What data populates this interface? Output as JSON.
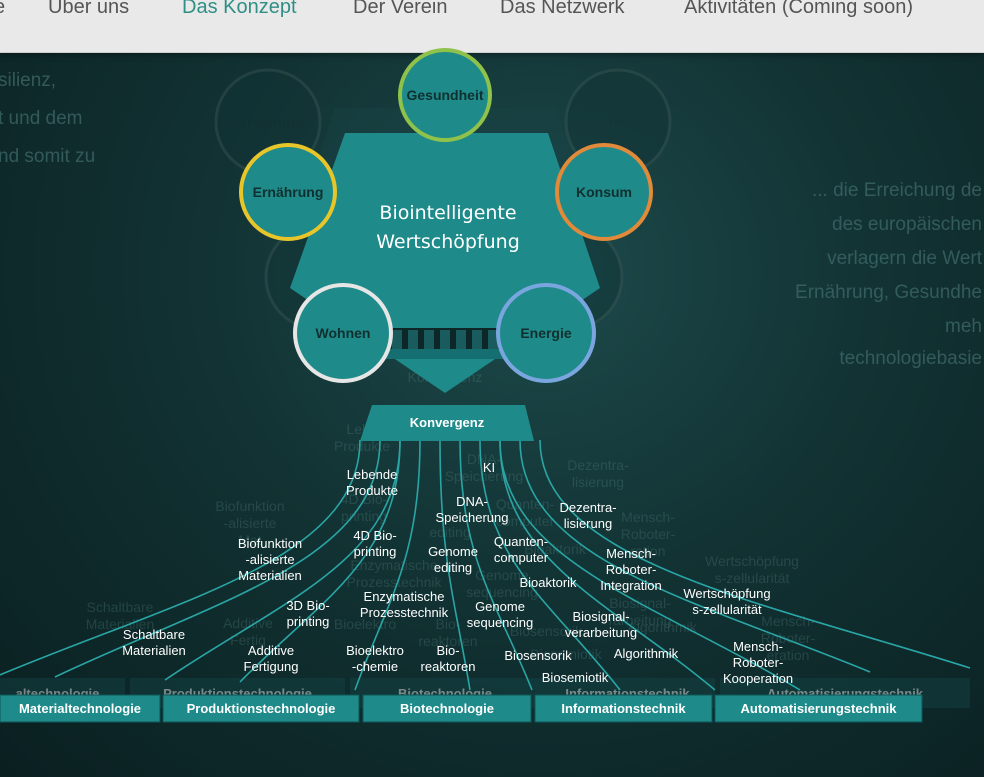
{
  "nav": {
    "items": [
      {
        "label": "e",
        "active": false
      },
      {
        "label": "Über uns",
        "active": false
      },
      {
        "label": "Das Konzept",
        "active": true
      },
      {
        "label": "Der Verein",
        "active": false
      },
      {
        "label": "Das Netzwerk",
        "active": false
      },
      {
        "label": "Aktivitäten (Coming soon)",
        "active": false
      }
    ]
  },
  "background_text": {
    "left": [
      "silienz,",
      "t und dem",
      "nd somit zu"
    ],
    "right": [
      "... die Erreichung de",
      "des europäischen",
      "verlagern die Wert",
      "Ernährung, Gesundhe",
      "meh",
      "technologiebasie"
    ]
  },
  "diagram": {
    "center_title": [
      "Biointelligente",
      "Wertschöpfung"
    ],
    "ghost_center": "Bio",
    "circles": [
      {
        "label": "Gesundheit",
        "color": "#8fc24a"
      },
      {
        "label": "Ernährung",
        "color": "#e8c62a"
      },
      {
        "label": "Konsum",
        "color": "#e08a3a"
      },
      {
        "label": "Wohnen",
        "color": "#e6e6e6"
      },
      {
        "label": "Energie",
        "color": "#7aa6e0"
      }
    ],
    "ghost_circles": [
      "Ernährung",
      "Konsum",
      "Wohn",
      "rgie"
    ],
    "convergence": {
      "label": "Konvergenz",
      "ghost": "Konvergenz"
    },
    "fan_labels": [
      [
        "Lebende",
        "Produkte"
      ],
      [
        "KI"
      ],
      [
        "DNA-",
        "Speicherung"
      ],
      [
        "Dezentra-",
        "lisierung"
      ],
      [
        "4D Bio-",
        "printing"
      ],
      [
        "Quanten-",
        "computer"
      ],
      [
        "Biofunktion",
        "-alisierte",
        "Materialien"
      ],
      [
        "Genome",
        "editing"
      ],
      [
        "Mensch-",
        "Roboter-",
        "Integration"
      ],
      [
        "Bioaktorik"
      ],
      [
        "Wertschöpfung",
        "s-zellularität"
      ],
      [
        "Enzymatische",
        "Prozesstechnik"
      ],
      [
        "3D Bio-",
        "printing"
      ],
      [
        "Genome",
        "sequencing"
      ],
      [
        "Biosignal-",
        "verarbeitung"
      ],
      [
        "Schaltbare",
        "Materialien"
      ],
      [
        "Mensch-",
        "Roboter-",
        "Kooperation"
      ],
      [
        "Additive",
        "Fertigung"
      ],
      [
        "Bioelektro",
        "-chemie"
      ],
      [
        "Bio-",
        "reaktoren"
      ],
      [
        "Biosensorik"
      ],
      [
        "Algorithmik"
      ],
      [
        "Biosemiotik"
      ]
    ],
    "ghost_labels": [
      [
        "Lebe",
        "Produkte"
      ],
      [
        "DNA-",
        "Speicherung"
      ],
      [
        "Dezentra-",
        "lisierung"
      ],
      [
        "Biofunktion",
        "-alisierte",
        "Mat"
      ],
      [
        "4D Bio-",
        "printing"
      ],
      [
        "Quanten-",
        "computer"
      ],
      [
        "Mensch-",
        "Roboter-",
        "ration"
      ],
      [
        "Wertschöpfung",
        "s-zellularität"
      ],
      [
        "Enzymatische",
        "Prozesstechnik"
      ],
      [
        "Schaltbare",
        "Materialien"
      ],
      [
        "Additive",
        "Fertig"
      ],
      [
        "Bioelektro"
      ],
      [
        "Bio-",
        "reaktoren"
      ],
      [
        "Biosensorik"
      ],
      [
        "Algorithmik"
      ],
      [
        "Mensch-",
        "Roboter-",
        "eration"
      ],
      [
        "Genome",
        "sequencing"
      ],
      [
        "editing"
      ],
      [
        "Bioaktorik"
      ],
      [
        "Biosignal-",
        "rarbeitung"
      ],
      [
        "Biosemiotik"
      ]
    ],
    "boxes": [
      "Materialtechnologie",
      "Produktionstechnologie",
      "Biotechnologie",
      "Informationstechnik",
      "Automatisierungstechnik"
    ],
    "ghost_boxes": [
      "altechnologie",
      "Produktionstechnologie",
      "Biotechnologie",
      "Informationstechnik",
      "Automatisierungstechnik"
    ],
    "colors": {
      "teal": "#1f8a8a",
      "teal_dark": "#156f70",
      "line": "#2aa5a5",
      "box_border": "#0e5657"
    }
  }
}
